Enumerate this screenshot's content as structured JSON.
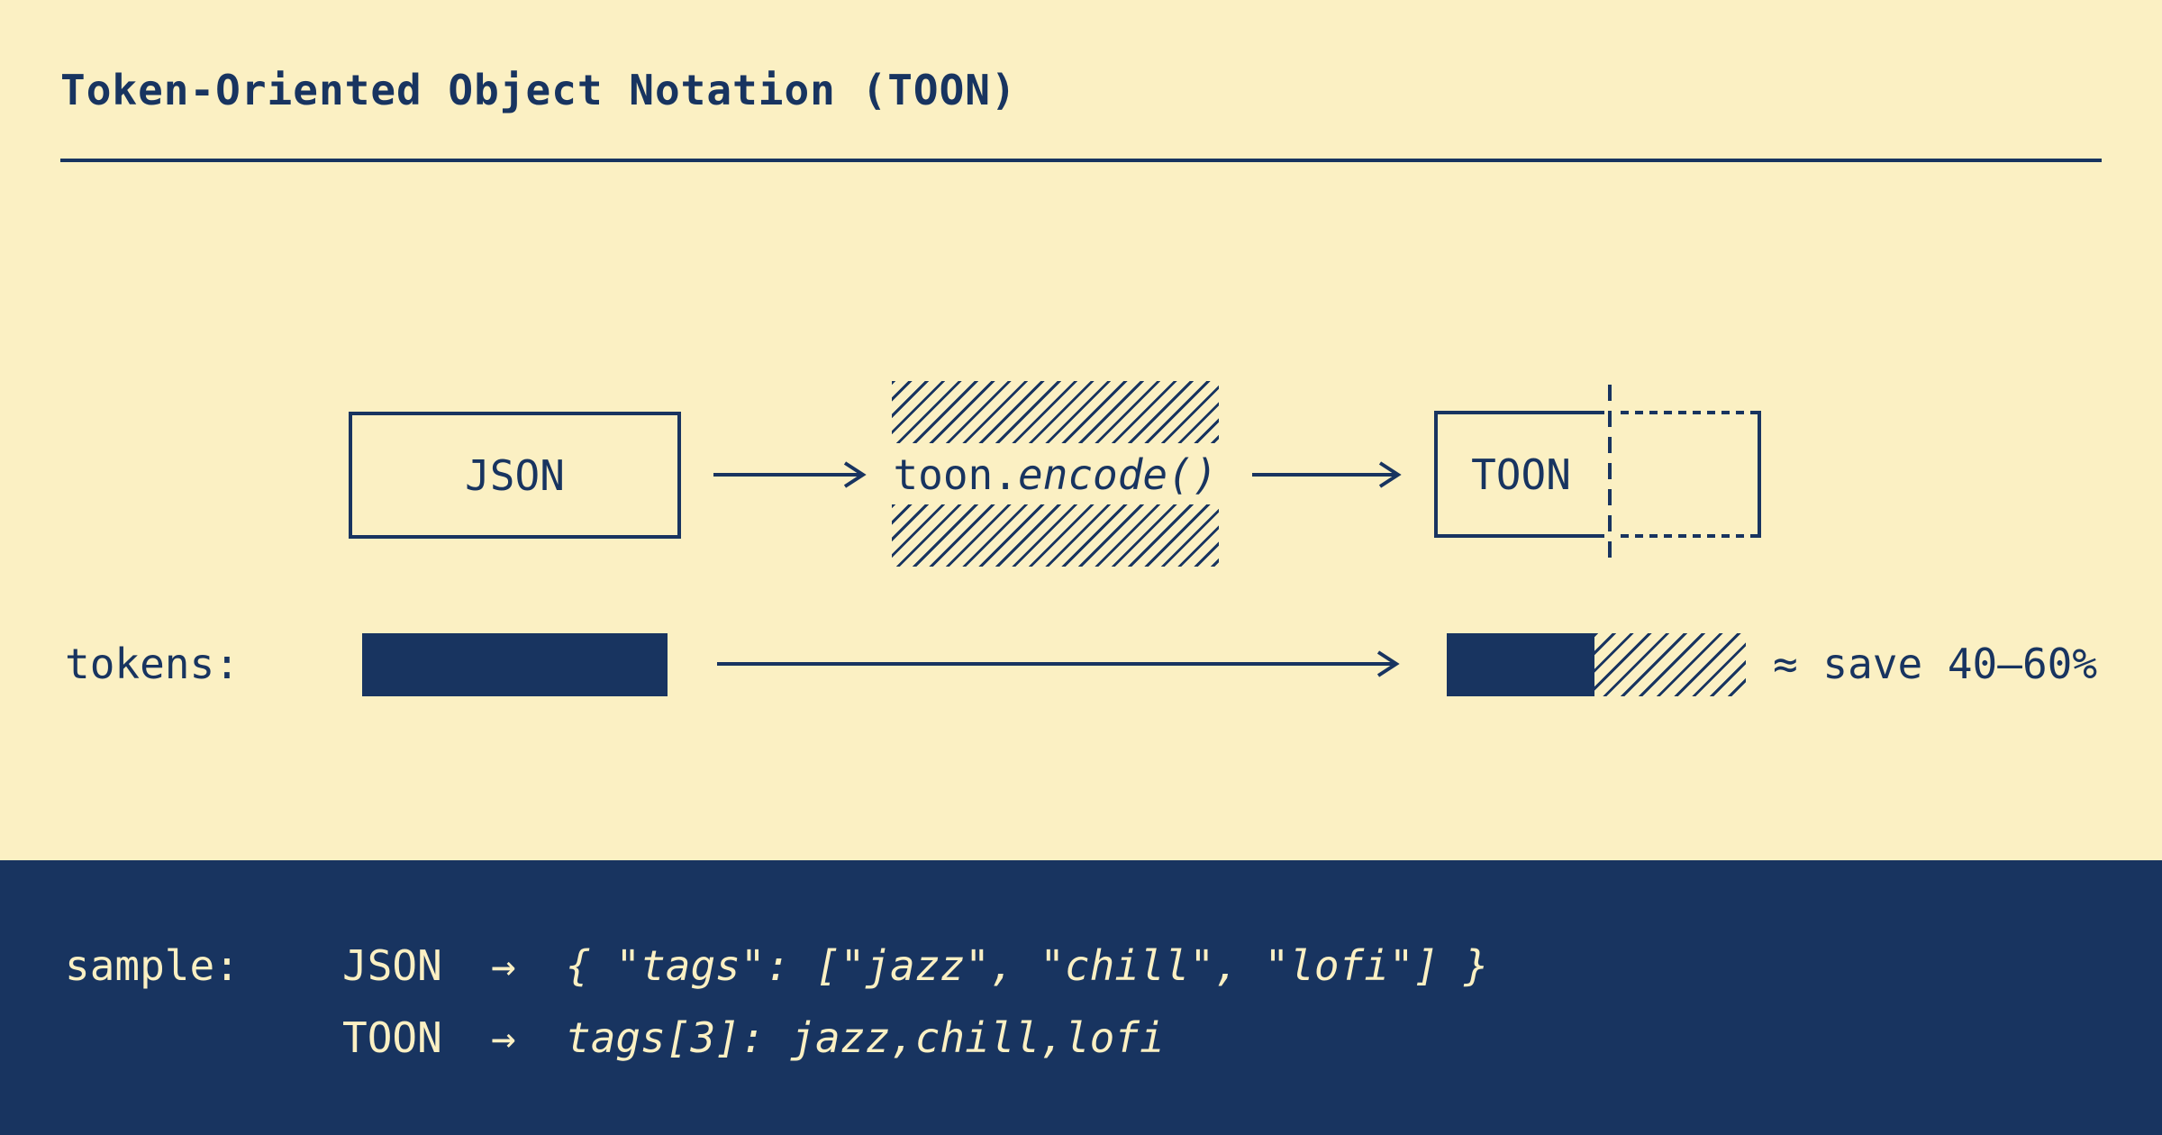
{
  "colors": {
    "background": "#FBF0C3",
    "ink": "#183460",
    "panel_background": "#183460",
    "panel_text": "#FBF0C3"
  },
  "header": {
    "title": "Token-Oriented Object Notation (TOON)"
  },
  "flow": {
    "input_label": "JSON",
    "encoder_prefix": "toon.",
    "encoder_call": "encode()",
    "output_label": "TOON"
  },
  "tokens_row": {
    "label": "tokens:",
    "savings_label": "≈ save 40–60%"
  },
  "sample": {
    "label": "sample:",
    "rows": [
      {
        "format": "JSON",
        "arrow": "→",
        "code": "{ \"tags\": [\"jazz\", \"chill\", \"lofi\"] }"
      },
      {
        "format": "TOON",
        "arrow": "→",
        "code": "tags[3]: jazz,chill,lofi"
      }
    ]
  }
}
